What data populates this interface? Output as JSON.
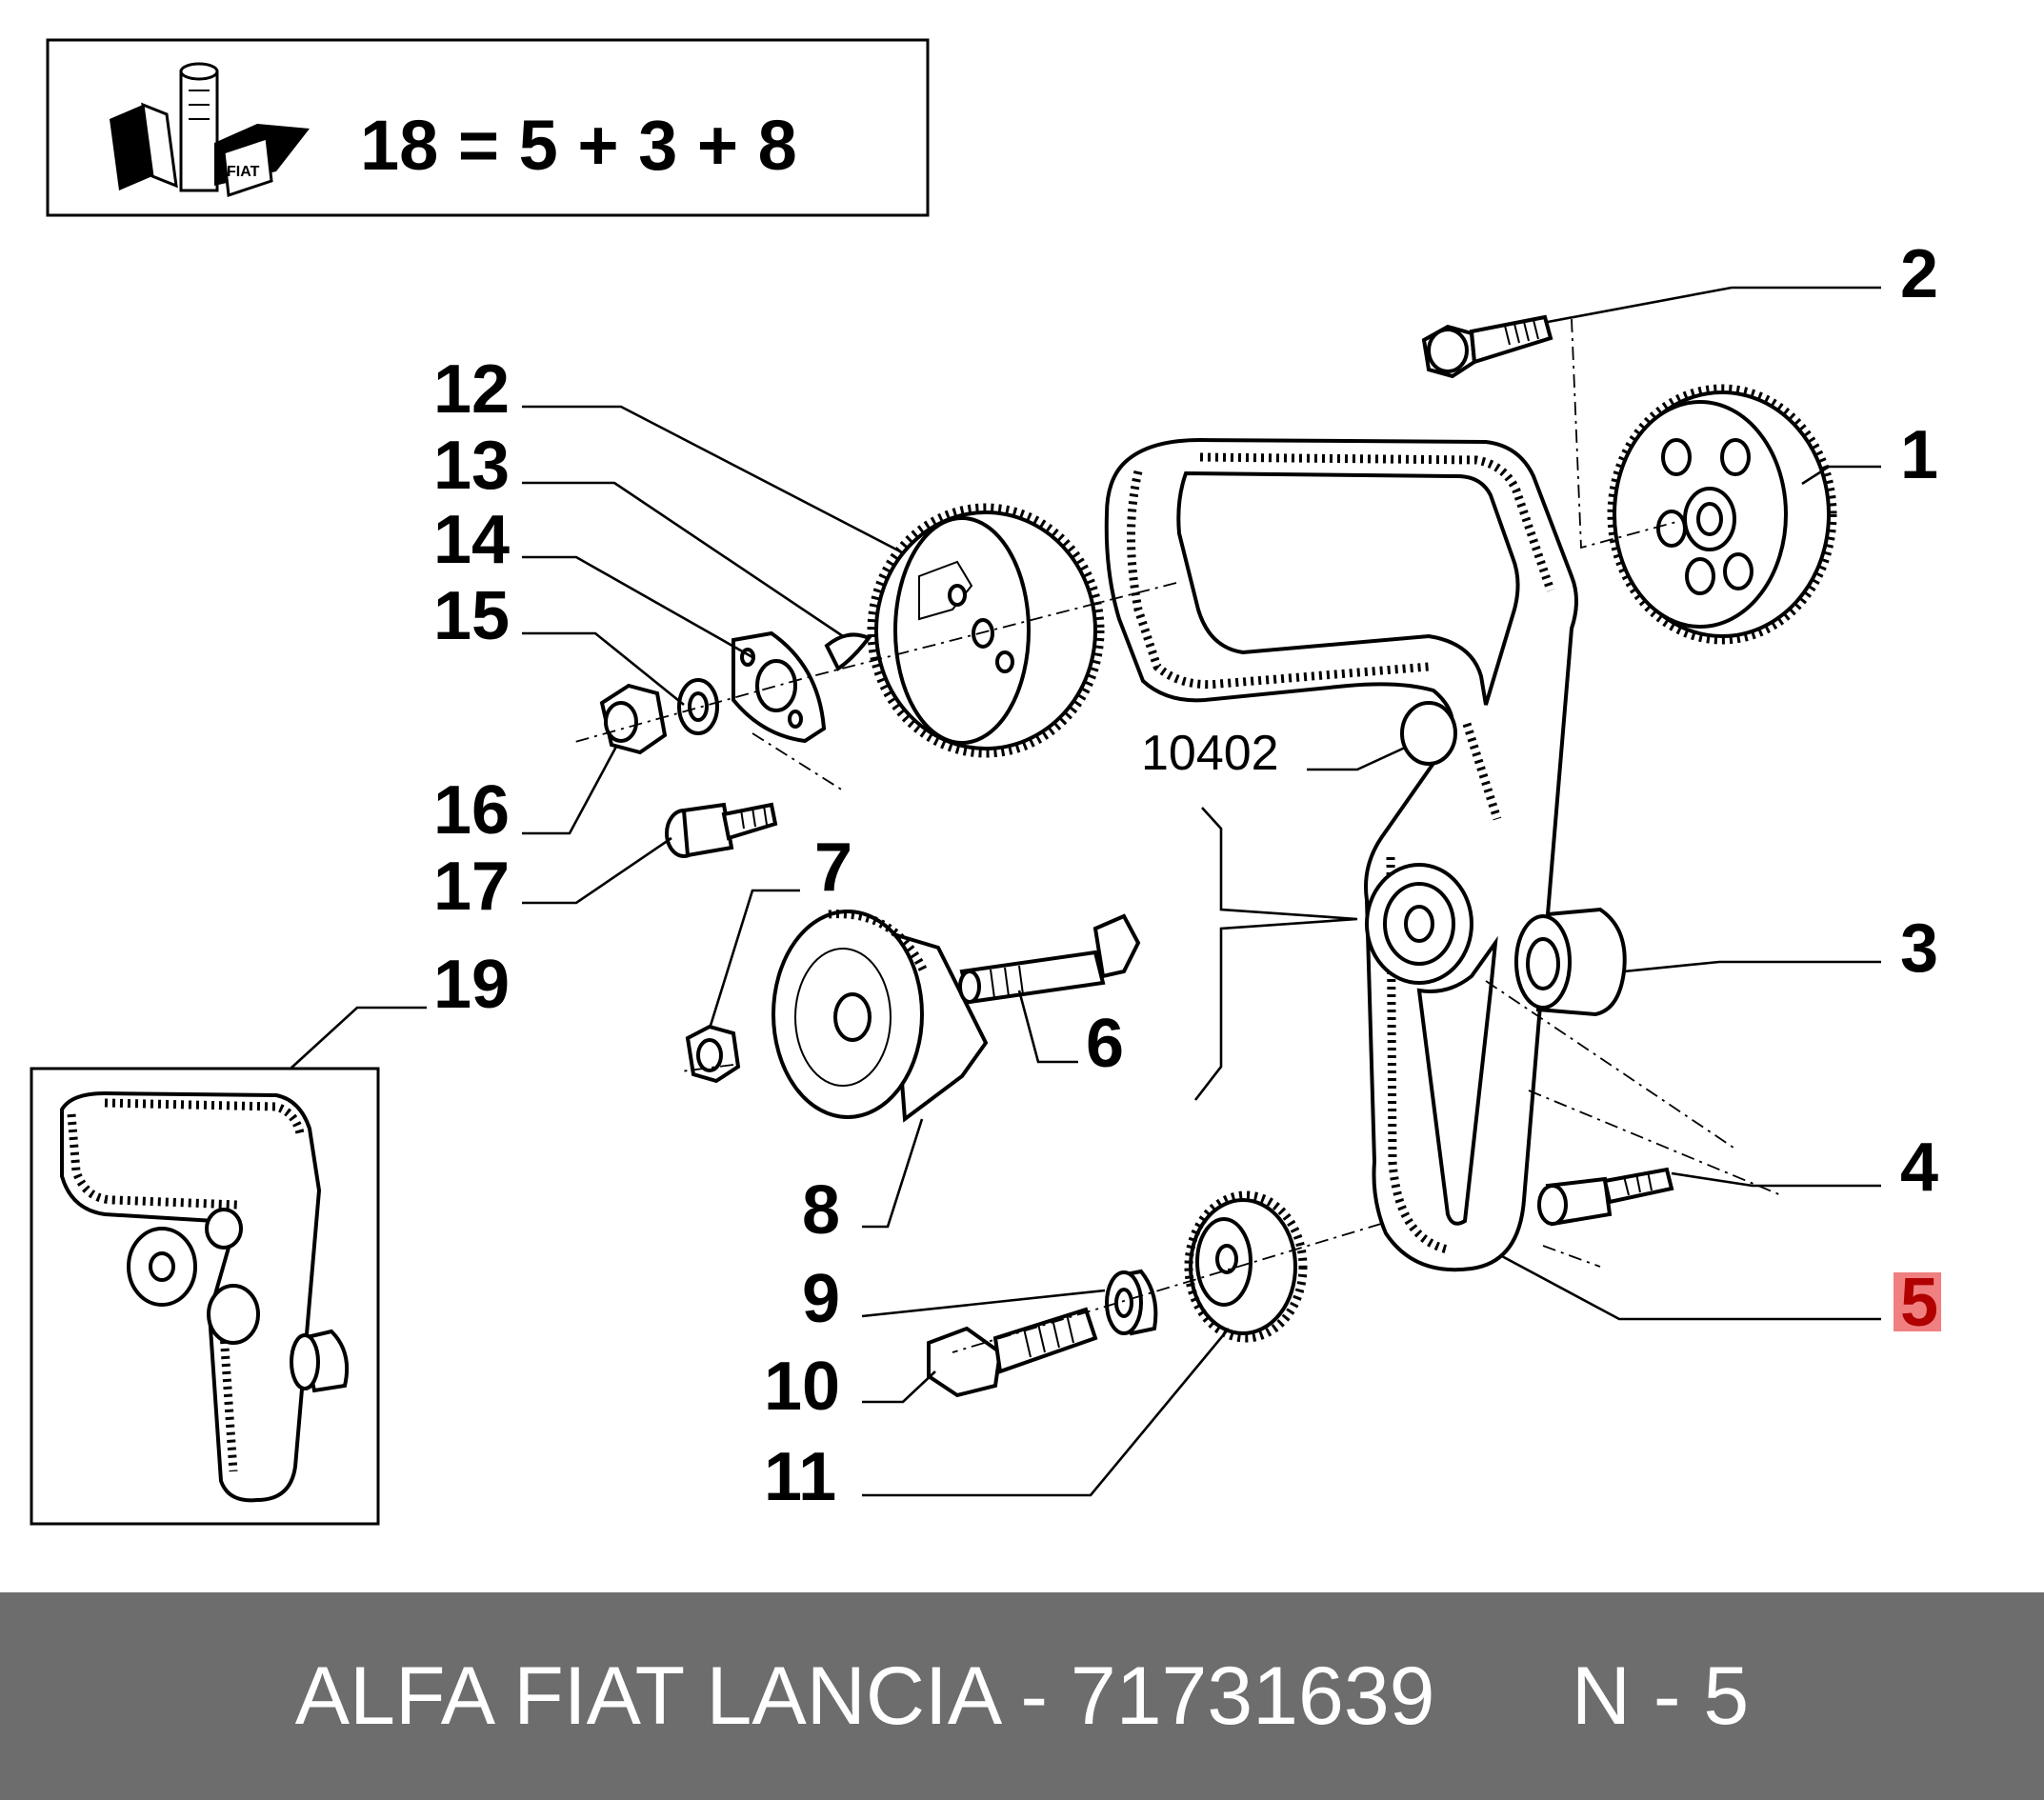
{
  "kit_box": {
    "formula": "18 = 5 + 3 + 8",
    "logo_text": "FIAT"
  },
  "callouts": {
    "c1": "1",
    "c2": "2",
    "c3": "3",
    "c4": "4",
    "c5": "5",
    "c6": "6",
    "c7": "7",
    "c8": "8",
    "c9": "9",
    "c10": "10",
    "c11": "11",
    "c12": "12",
    "c13": "13",
    "c14": "14",
    "c15": "15",
    "c16": "16",
    "c17": "17",
    "c19": "19",
    "c10402": "10402"
  },
  "highlight": {
    "callout": "5",
    "color": "#f08080"
  },
  "footer": {
    "text": "ALFA FIAT LANCIA - 71731639      N - 5"
  }
}
